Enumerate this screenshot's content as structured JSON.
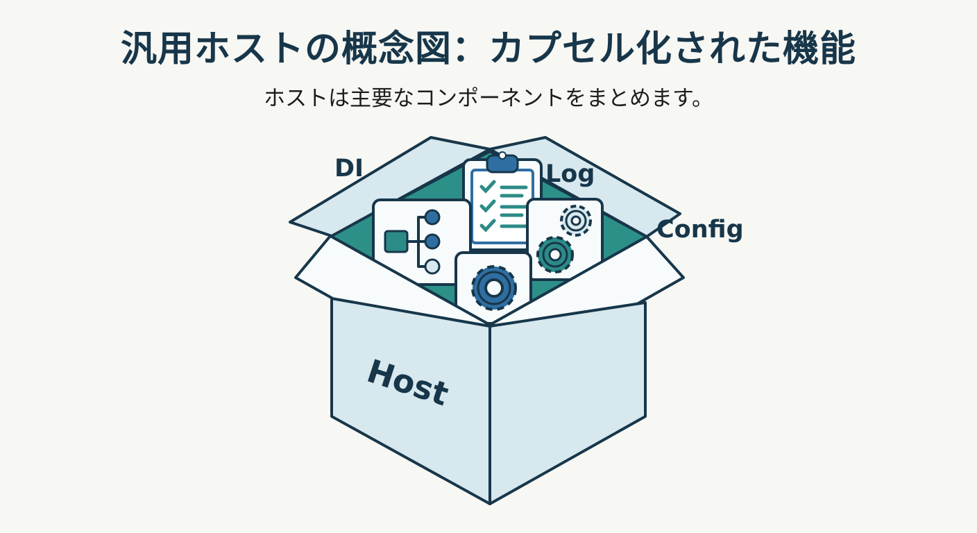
{
  "title": "汎用ホストの概念図：カプセル化された機能",
  "subtitle": "ホストは主要なコンポーネントをまとめます。",
  "labels": {
    "di": "DI",
    "log": "Log",
    "config": "Config",
    "host": "Host"
  },
  "colors": {
    "outline": "#17364a",
    "box_face": "#d7e8ee",
    "flap": "#f7fbfc",
    "interior": "#2d9088",
    "card": "#f7fbfc",
    "blue_accent": "#2f6ea1",
    "teal_accent": "#2c8b86"
  },
  "components": [
    {
      "name": "DI",
      "icon": "tree-node-icon"
    },
    {
      "name": "Log",
      "icon": "clipboard-checklist-icon"
    },
    {
      "name": "Config",
      "icon": "gears-icon"
    },
    {
      "name": "Host",
      "icon": "gear-icon"
    }
  ]
}
